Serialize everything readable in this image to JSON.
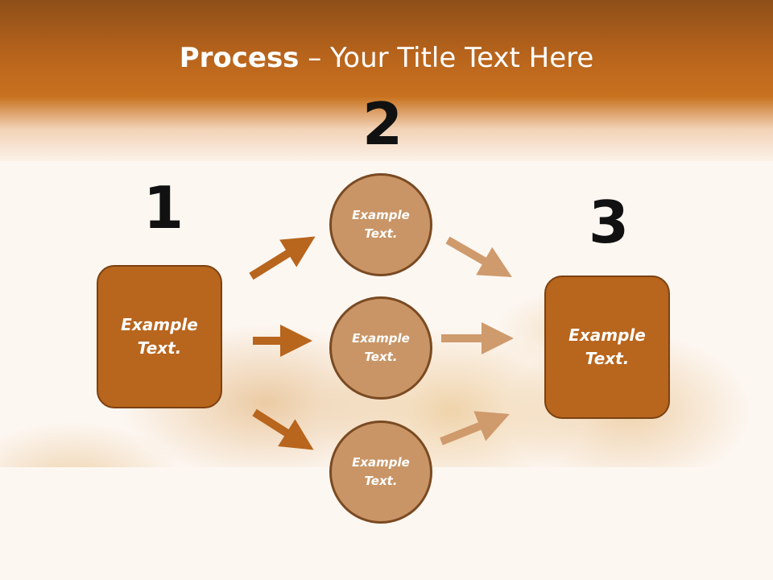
{
  "slide": {
    "title_bold": "Process",
    "title_rest": " – Your Title Text Here",
    "steps": [
      {
        "number": "1",
        "text": "Example\nText."
      },
      {
        "number": "2"
      },
      {
        "number": "3",
        "text": "Example\nText."
      }
    ],
    "circles": [
      {
        "text": "Example\nText."
      },
      {
        "text": "Example\nText."
      },
      {
        "text": "Example\nText."
      }
    ]
  },
  "colors": {
    "header": "#c8721f",
    "box_fill": "#b8651d",
    "circle_fill": "#c99566",
    "arrow_left": "#b8651d",
    "arrow_right": "#cf9a6c"
  }
}
